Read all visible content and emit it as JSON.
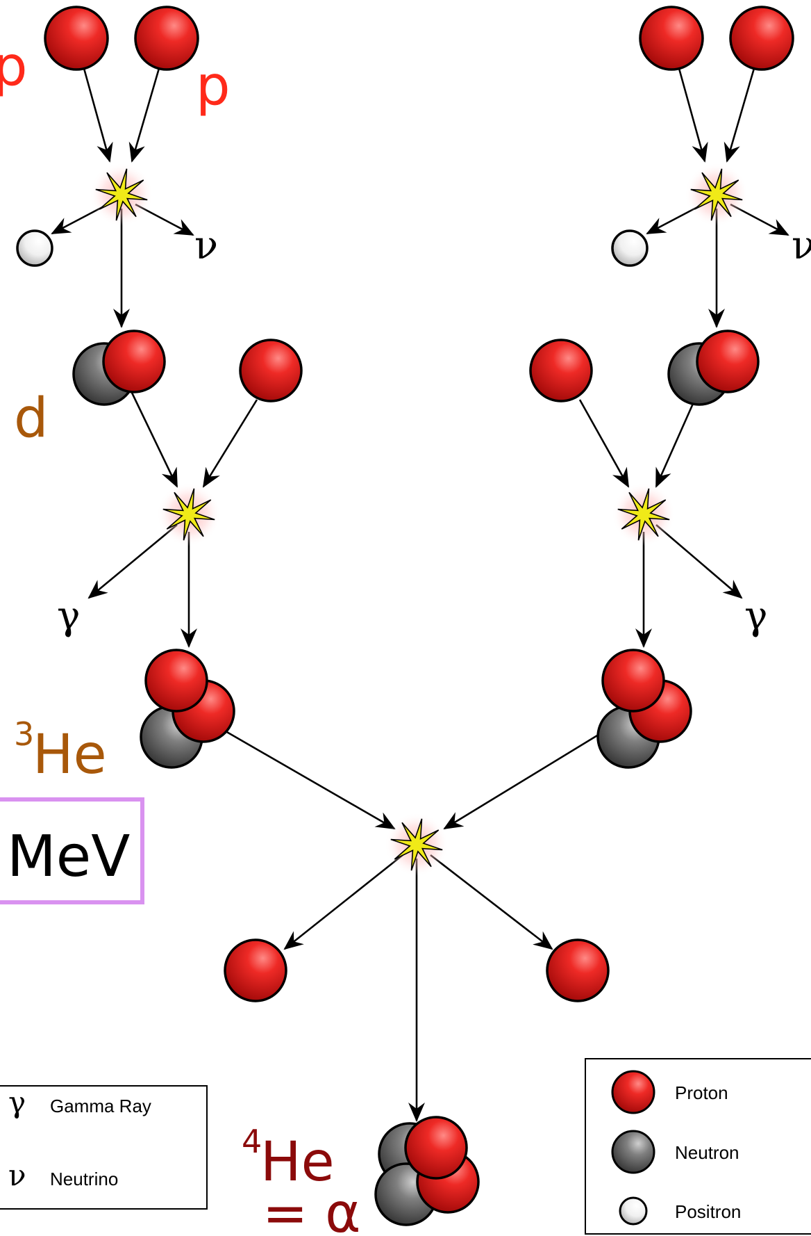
{
  "labels": {
    "p_left": "p",
    "p_right": "p",
    "deuteron": "d",
    "he3_mass": "3",
    "he3_symbol": "He",
    "energy": "MeV",
    "he4_mass": "4",
    "he4_symbol": "He",
    "alpha": "= α",
    "gamma_left": "γ",
    "gamma_right": "γ",
    "nu_left": "ν",
    "nu_right": "ν"
  },
  "legend_left": {
    "items": [
      {
        "symbol": "γ",
        "label": "Gamma Ray"
      },
      {
        "symbol": "ν",
        "label": "Neutrino"
      }
    ]
  },
  "legend_right": {
    "items": [
      {
        "icon": "proton",
        "label": "Proton"
      },
      {
        "icon": "neutron",
        "label": "Neutron"
      },
      {
        "icon": "positron",
        "label": "Positron"
      }
    ]
  },
  "colors": {
    "proton": "#e0141b",
    "neutron": "#5b5b5b",
    "positron": "#f2f2f2",
    "label_proton": "#ff2a1a",
    "label_intermediate": "#a8580a",
    "label_helium4": "#8b0a0a",
    "energy_box": "#d992f0",
    "flash": "#f0ea18"
  }
}
